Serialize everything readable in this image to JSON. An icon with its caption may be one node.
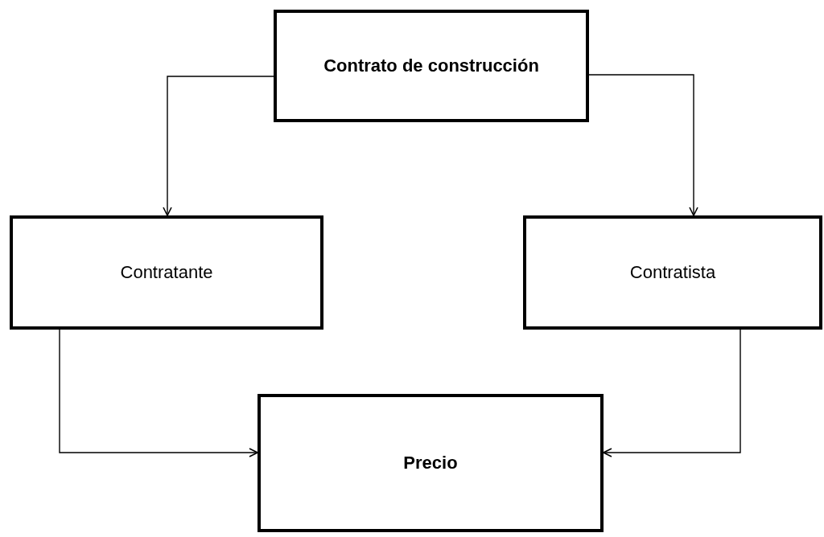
{
  "diagram": {
    "nodes": [
      {
        "text": [
          "Contrato de construcción"
        ]
      },
      {
        "text": [
          "Contratante"
        ]
      },
      {
        "text": [
          "Contratista"
        ]
      },
      {
        "text": [
          "Precio"
        ]
      }
    ],
    "edges": [
      {
        "from": 0,
        "to": 1,
        "arrow": "to"
      },
      {
        "from": 0,
        "to": 2,
        "arrow": "to"
      },
      {
        "from": 1,
        "to": 3,
        "arrow": "to"
      },
      {
        "from": 2,
        "to": 3,
        "arrow": "to"
      }
    ]
  }
}
